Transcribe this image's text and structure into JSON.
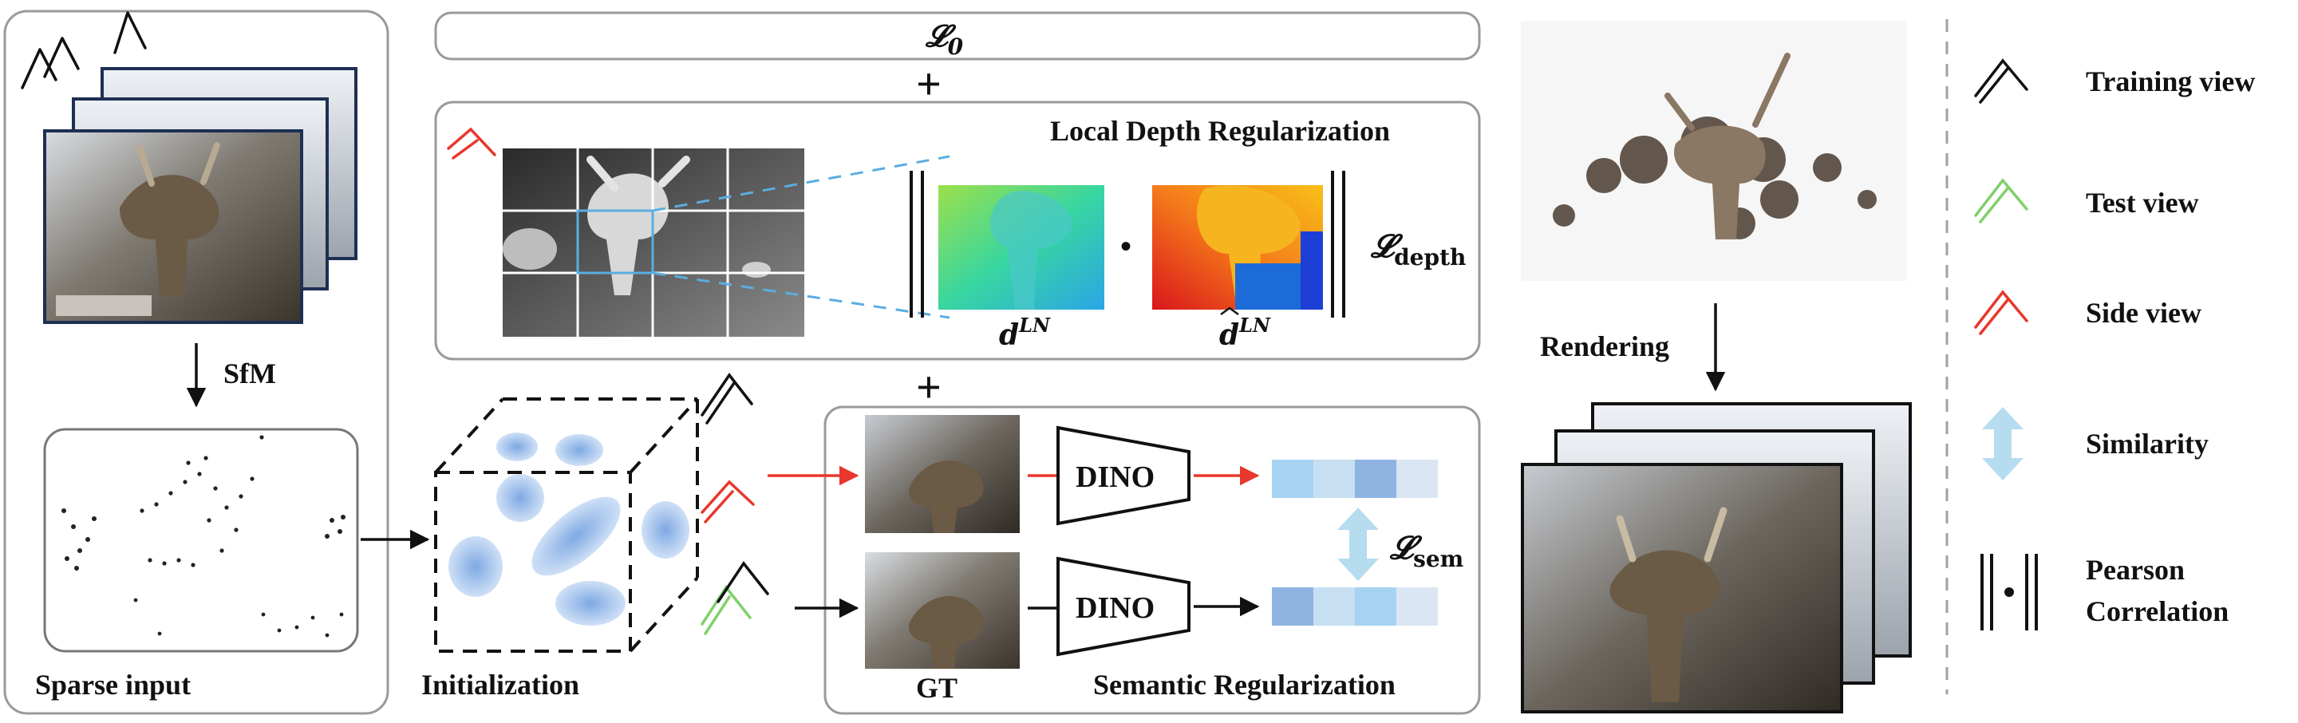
{
  "colors": {
    "panel_border": "#9a9a9a",
    "arrow_red": "#e8372c",
    "dashed_blue": "#5aaee0",
    "similarity": "#b6dcf0",
    "test_view": "#7fd06a",
    "side_view": "#e8372c",
    "gaussian": "#9ec2ec",
    "feat_a": "#a7d3f2",
    "feat_b": "#c7dff2",
    "feat_c": "#8fb4e2",
    "feat_d": "#dbe6f4"
  },
  "left_panel": {
    "sfm_label": "SfM",
    "sparse_input_label": "Sparse input"
  },
  "middle": {
    "l0_label": "𝓛",
    "l0_sub": "0",
    "plus_top": "+",
    "plus_bottom": "+",
    "depth_title": "Local Depth Regularization",
    "depth_loss_label": "𝓛",
    "depth_loss_sub": "depth",
    "d_ln": "d",
    "d_ln_sup": "LN",
    "dhat_ln": "d",
    "dhat_ln_sup": "LN",
    "dot": "•",
    "initialization_label": "Initialization",
    "semantic_title": "Semantic Regularization",
    "dino_top": "DINO",
    "dino_bottom": "DINO",
    "sem_loss_label": "𝓛",
    "sem_loss_sub": "sem",
    "gt_label": "GT"
  },
  "right": {
    "rendering_label": "Rendering"
  },
  "legend": {
    "items": [
      {
        "label": "Training view",
        "icon": "training-view-icon"
      },
      {
        "label": "Test view",
        "icon": "test-view-icon"
      },
      {
        "label": "Side view",
        "icon": "side-view-icon"
      },
      {
        "label": "Similarity",
        "icon": "similarity-arrow-icon"
      },
      {
        "label": "Pearson",
        "label2": "Correlation",
        "icon": "pearson-correlation-icon"
      }
    ]
  }
}
